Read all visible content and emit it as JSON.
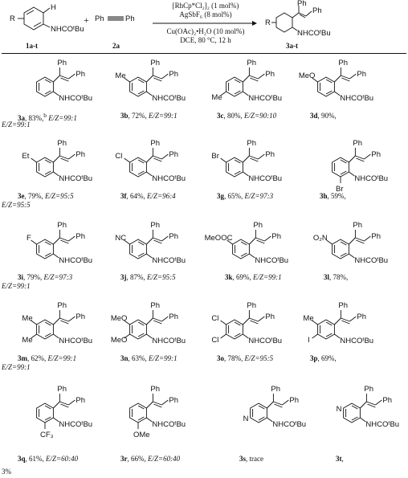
{
  "scheme": {
    "reagent_1": "1a-t",
    "reagent_2": "2a",
    "product": "3a-t",
    "plus": "+",
    "cond_line1": "[RhCp*Cl₂]₂ (1 mol%)",
    "cond_line2": "AgSbF₆ (8 mol%)",
    "cond_line3": "Cu(OAc)₂•H₂O (10 mol%)",
    "cond_line4": "DCE, 80 °C, 12 h",
    "label_R": "R",
    "label_H": "H",
    "label_Ph": "Ph",
    "label_NHCOtBu": "NHCOᵗBu"
  },
  "substituents": {
    "Me": "Me",
    "MeO": "MeO",
    "Et": "Et",
    "Cl": "Cl",
    "Br": "Br",
    "F": "F",
    "NC": "NC",
    "MeOOC": "MeOOC",
    "O2N": "O₂N",
    "I": "I",
    "CF3": "CF₃",
    "OMe": "OMe",
    "N": "N"
  },
  "compounds": [
    {
      "id": "3a",
      "yield": "83%,",
      "note": "b",
      "ratio": "E/Z=99:1",
      "ratio2": "E/Z=99:1"
    },
    {
      "id": "3b",
      "yield": "72%,",
      "ratio": "E/Z=99:1"
    },
    {
      "id": "3c",
      "yield": "80%,",
      "ratio": "E/Z=90:10"
    },
    {
      "id": "3d",
      "yield": "90%,",
      "ratio": ""
    },
    {
      "id": "3e",
      "yield": "79%,",
      "ratio": "E/Z=95:5",
      "ratio2": "E/Z=95:5"
    },
    {
      "id": "3f",
      "yield": "64%,",
      "ratio": "E/Z=96:4"
    },
    {
      "id": "3g",
      "yield": "65%,",
      "ratio": "E/Z=97:3"
    },
    {
      "id": "3h",
      "yield": "59%,",
      "ratio": ""
    },
    {
      "id": "3i",
      "yield": "79%,",
      "ratio": "E/Z=97:3",
      "ratio2": "E/Z=99:1"
    },
    {
      "id": "3j",
      "yield": "87%,",
      "ratio": "E/Z=95:5"
    },
    {
      "id": "3k",
      "yield": "69%,",
      "ratio": "E/Z=99:1"
    },
    {
      "id": "3l",
      "yield": "78%,",
      "ratio": ""
    },
    {
      "id": "3m",
      "yield": "62%,",
      "ratio": "E/Z=99:1",
      "ratio2": "E/Z=99:1"
    },
    {
      "id": "3n",
      "yield": "63%,",
      "ratio": "E/Z=99:1"
    },
    {
      "id": "3o",
      "yield": "78%,",
      "ratio": "E/Z=95:5"
    },
    {
      "id": "3p",
      "yield": "69%,",
      "ratio": ""
    },
    {
      "id": "3q",
      "yield": "61%,",
      "ratio": "E/Z=60:40",
      "ratio2": "3%"
    },
    {
      "id": "3r",
      "yield": "66%,",
      "ratio": "E/Z=60:40"
    },
    {
      "id": "3s",
      "yield": "trace",
      "ratio": ""
    },
    {
      "id": "3t",
      "yield": "",
      "ratio": ""
    }
  ]
}
